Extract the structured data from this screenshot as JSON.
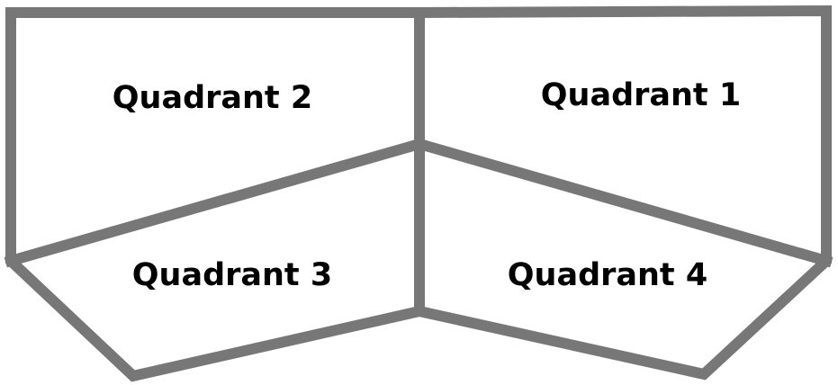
{
  "diagram": {
    "line_color": "#777777",
    "background": "#ffffff",
    "labels": {
      "q1": "Quadrant 1",
      "q2": "Quadrant 2",
      "q3": "Quadrant 3",
      "q4": "Quadrant 4"
    }
  }
}
